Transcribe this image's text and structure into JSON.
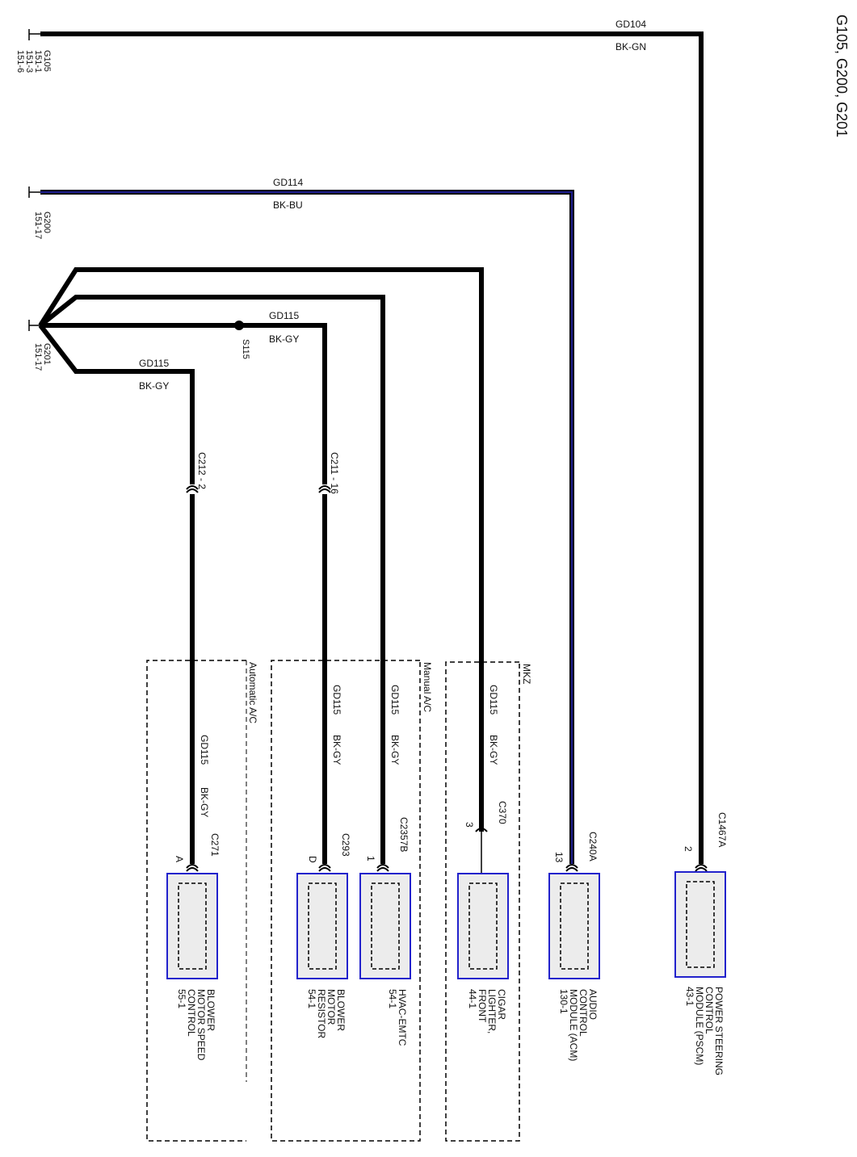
{
  "page_title": "G105, G200, G201",
  "colors": {
    "wire_black": "#000000",
    "wire_blue": "#1a1a8c",
    "component_border": "#2222cc",
    "component_fill": "#ececec"
  },
  "grounds": [
    {
      "id": "G105",
      "label": "G105",
      "refs": [
        "151-1",
        "151-3",
        "151-6"
      ]
    },
    {
      "id": "G200",
      "label": "G200",
      "refs": [
        "151-17"
      ]
    },
    {
      "id": "G201",
      "label": "G201",
      "refs": [
        "151-17"
      ]
    }
  ],
  "splice": {
    "label": "S115"
  },
  "wires": {
    "gd104": {
      "circuit": "GD104",
      "color": "BK-GN"
    },
    "gd114": {
      "circuit": "GD114",
      "color": "BK-BU"
    },
    "gd115_upper": {
      "circuit": "GD115",
      "color": "BK-GY"
    },
    "gd115_lower": {
      "circuit": "GD115",
      "color": "BK-GY"
    },
    "gd115_c271": {
      "circuit": "GD115",
      "color": "BK-GY"
    },
    "gd115_c293": {
      "circuit": "GD115",
      "color": "BK-GY"
    },
    "gd115_c2357b": {
      "circuit": "GD115",
      "color": "BK-GY"
    },
    "gd115_c370": {
      "circuit": "GD115",
      "color": "BK-GY"
    }
  },
  "inline_connectors": {
    "c212": "C212 - 2",
    "c211": "C211 - 16"
  },
  "option_groups": {
    "automatic": "Automatic A/C",
    "manual": "Manual A/C",
    "mkz": "MKZ"
  },
  "components": [
    {
      "id": "blower_speed",
      "connector": "C271",
      "pin": "A",
      "name_lines": [
        "BLOWER",
        "MOTOR SPEED",
        "CONTROL",
        "55-1"
      ]
    },
    {
      "id": "blower_resistor",
      "connector": "C293",
      "pin": "D",
      "name_lines": [
        "BLOWER",
        "MOTOR",
        "RESISTOR",
        "54-1"
      ]
    },
    {
      "id": "hvac",
      "connector": "C2357B",
      "pin": "1",
      "name_lines": [
        "HVAC-EMTC",
        "54-1"
      ]
    },
    {
      "id": "cigar",
      "connector": "C370",
      "pin": "3",
      "name_lines": [
        "CIGAR",
        "LIGHTER,",
        "FRONT",
        "44-1"
      ]
    },
    {
      "id": "acm",
      "connector": "C240A",
      "pin": "13",
      "name_lines": [
        "AUDIO",
        "CONTROL",
        "MODULE (ACM)",
        "130-1"
      ]
    },
    {
      "id": "pscm",
      "connector": "C1467A",
      "pin": "2",
      "name_lines": [
        "POWER STEERING",
        "CONTROL",
        "MODULE (PSCM)",
        "43-1"
      ]
    }
  ]
}
